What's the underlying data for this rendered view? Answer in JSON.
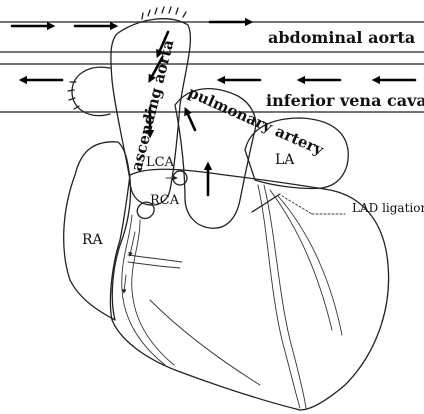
{
  "labels": {
    "abdominal_aorta": "abdominal aorta",
    "inferior_vena_cava": "inferior vena cava",
    "ascending_aorta": "ascending aorta",
    "pulmonary_artery": "pulmonary artery",
    "lca": "LCA",
    "rca": "RCA",
    "la": "LA",
    "ra": "RA",
    "lad_ligation": "LAD ligation"
  },
  "flow_arrows": {
    "abdominal_aorta_direction": "right",
    "inferior_vena_cava_direction": "left",
    "ascending_aorta_direction": "down",
    "pulmonary_artery_direction": "up"
  }
}
